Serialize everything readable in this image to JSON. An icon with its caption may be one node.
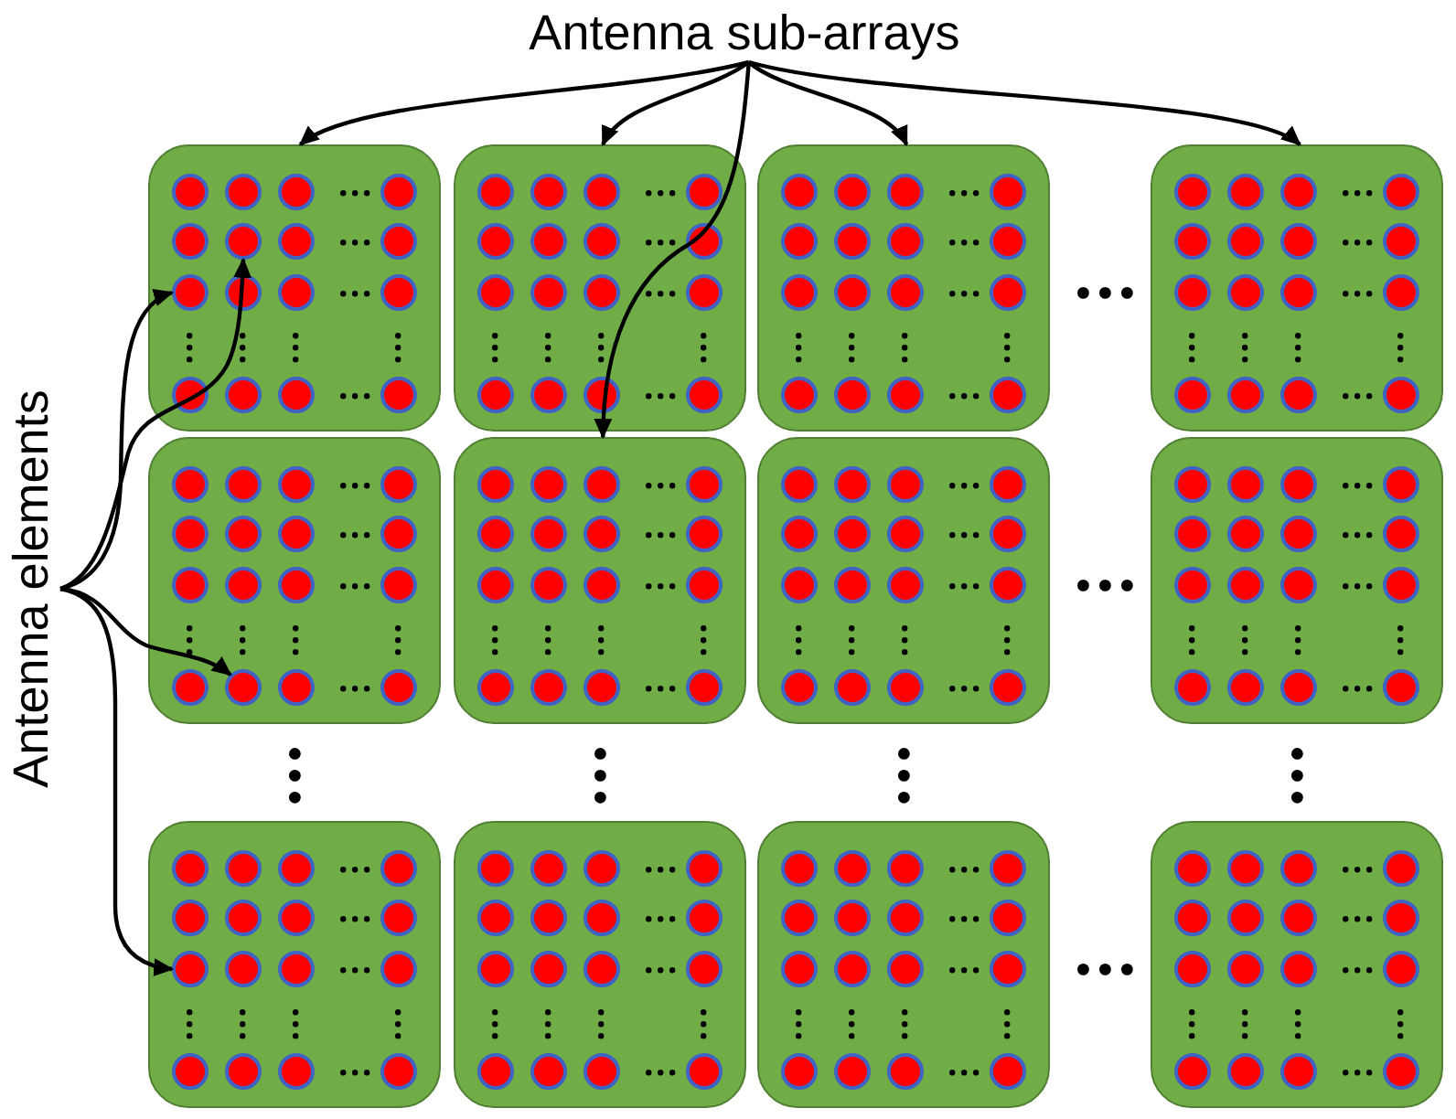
{
  "diagram": {
    "nodes": [
      {
        "text": [
          "Antenna sub-arrays"
        ]
      },
      {
        "text": [
          "Antenna elements"
        ]
      },
      {
        "text": [],
        "shape": "box"
      },
      {
        "text": [],
        "shape": "circle",
        "in": 2
      },
      {
        "text": [],
        "shape": "circle",
        "in": 2
      },
      {
        "text": [],
        "shape": "circle",
        "in": 2
      },
      {
        "text": [],
        "shape": "circle",
        "in": 2
      },
      {
        "text": [],
        "shape": "circle",
        "in": 2
      },
      {
        "text": [],
        "shape": "circle",
        "in": 2
      },
      {
        "text": [],
        "shape": "circle",
        "in": 2
      },
      {
        "text": [],
        "shape": "circle",
        "in": 2
      },
      {
        "text": [],
        "shape": "circle",
        "in": 2
      },
      {
        "text": [],
        "shape": "circle",
        "in": 2
      },
      {
        "text": [],
        "shape": "circle",
        "in": 2
      },
      {
        "text": [],
        "shape": "circle",
        "in": 2
      },
      {
        "text": [],
        "shape": "circle",
        "in": 2
      },
      {
        "text": [],
        "shape": "circle",
        "in": 2
      },
      {
        "text": [],
        "shape": "circle",
        "in": 2
      },
      {
        "text": [],
        "shape": "circle",
        "in": 2
      },
      {
        "text": [],
        "shape": "box"
      },
      {
        "text": [],
        "shape": "circle",
        "in": 19
      },
      {
        "text": [],
        "shape": "circle",
        "in": 19
      },
      {
        "text": [],
        "shape": "circle",
        "in": 19
      },
      {
        "text": [],
        "shape": "circle",
        "in": 19
      },
      {
        "text": [],
        "shape": "circle",
        "in": 19
      },
      {
        "text": [],
        "shape": "circle",
        "in": 19
      },
      {
        "text": [],
        "shape": "circle",
        "in": 19
      },
      {
        "text": [],
        "shape": "circle",
        "in": 19
      },
      {
        "text": [],
        "shape": "circle",
        "in": 19
      },
      {
        "text": [],
        "shape": "circle",
        "in": 19
      },
      {
        "text": [],
        "shape": "circle",
        "in": 19
      },
      {
        "text": [],
        "shape": "circle",
        "in": 19
      },
      {
        "text": [],
        "shape": "circle",
        "in": 19
      },
      {
        "text": [],
        "shape": "circle",
        "in": 19
      },
      {
        "text": [],
        "shape": "circle",
        "in": 19
      },
      {
        "text": [],
        "shape": "circle",
        "in": 19
      },
      {
        "text": [],
        "shape": "box"
      },
      {
        "text": [],
        "shape": "circle",
        "in": 36
      },
      {
        "text": [],
        "shape": "circle",
        "in": 36
      },
      {
        "text": [],
        "shape": "circle",
        "in": 36
      },
      {
        "text": [],
        "shape": "circle",
        "in": 36
      },
      {
        "text": [],
        "shape": "circle",
        "in": 36
      },
      {
        "text": [],
        "shape": "circle",
        "in": 36
      },
      {
        "text": [],
        "shape": "circle",
        "in": 36
      },
      {
        "text": [],
        "shape": "circle",
        "in": 36
      },
      {
        "text": [],
        "shape": "circle",
        "in": 36
      },
      {
        "text": [],
        "shape": "circle",
        "in": 36
      },
      {
        "text": [],
        "shape": "circle",
        "in": 36
      },
      {
        "text": [],
        "shape": "circle",
        "in": 36
      },
      {
        "text": [],
        "shape": "circle",
        "in": 36
      },
      {
        "text": [],
        "shape": "circle",
        "in": 36
      },
      {
        "text": [],
        "shape": "circle",
        "in": 36
      },
      {
        "text": [],
        "shape": "circle",
        "in": 36
      },
      {
        "text": [],
        "shape": "box"
      },
      {
        "text": [],
        "shape": "circle",
        "in": 53
      },
      {
        "text": [],
        "shape": "circle",
        "in": 53
      },
      {
        "text": [],
        "shape": "circle",
        "in": 53
      },
      {
        "text": [],
        "shape": "circle",
        "in": 53
      },
      {
        "text": [],
        "shape": "circle",
        "in": 53
      },
      {
        "text": [],
        "shape": "circle",
        "in": 53
      },
      {
        "text": [],
        "shape": "circle",
        "in": 53
      },
      {
        "text": [],
        "shape": "circle",
        "in": 53
      },
      {
        "text": [],
        "shape": "circle",
        "in": 53
      },
      {
        "text": [],
        "shape": "circle",
        "in": 53
      },
      {
        "text": [],
        "shape": "circle",
        "in": 53
      },
      {
        "text": [],
        "shape": "circle",
        "in": 53
      },
      {
        "text": [],
        "shape": "circle",
        "in": 53
      },
      {
        "text": [],
        "shape": "circle",
        "in": 53
      },
      {
        "text": [],
        "shape": "circle",
        "in": 53
      },
      {
        "text": [],
        "shape": "circle",
        "in": 53
      },
      {
        "text": [],
        "shape": "box"
      },
      {
        "text": [],
        "shape": "circle",
        "in": 70
      },
      {
        "text": [],
        "shape": "circle",
        "in": 70
      },
      {
        "text": [],
        "shape": "circle",
        "in": 70
      },
      {
        "text": [],
        "shape": "circle",
        "in": 70
      },
      {
        "text": [],
        "shape": "circle",
        "in": 70
      },
      {
        "text": [],
        "shape": "circle",
        "in": 70
      },
      {
        "text": [],
        "shape": "circle",
        "in": 70
      },
      {
        "text": [],
        "shape": "circle",
        "in": 70
      },
      {
        "text": [],
        "shape": "circle",
        "in": 70
      },
      {
        "text": [],
        "shape": "circle",
        "in": 70
      },
      {
        "text": [],
        "shape": "circle",
        "in": 70
      },
      {
        "text": [],
        "shape": "circle",
        "in": 70
      },
      {
        "text": [],
        "shape": "circle",
        "in": 70
      },
      {
        "text": [],
        "shape": "circle",
        "in": 70
      },
      {
        "text": [],
        "shape": "circle",
        "in": 70
      },
      {
        "text": [],
        "shape": "circle",
        "in": 70
      },
      {
        "text": [],
        "shape": "box"
      },
      {
        "text": [],
        "shape": "circle",
        "in": 87
      },
      {
        "text": [],
        "shape": "circle",
        "in": 87
      },
      {
        "text": [],
        "shape": "circle",
        "in": 87
      },
      {
        "text": [],
        "shape": "circle",
        "in": 87
      },
      {
        "text": [],
        "shape": "circle",
        "in": 87
      },
      {
        "text": [],
        "shape": "circle",
        "in": 87
      },
      {
        "text": [],
        "shape": "circle",
        "in": 87
      },
      {
        "text": [],
        "shape": "circle",
        "in": 87
      },
      {
        "text": [],
        "shape": "circle",
        "in": 87
      },
      {
        "text": [],
        "shape": "circle",
        "in": 87
      },
      {
        "text": [],
        "shape": "circle",
        "in": 87
      },
      {
        "text": [],
        "shape": "circle",
        "in": 87
      },
      {
        "text": [],
        "shape": "circle",
        "in": 87
      },
      {
        "text": [],
        "shape": "circle",
        "in": 87
      },
      {
        "text": [],
        "shape": "circle",
        "in": 87
      },
      {
        "text": [],
        "shape": "circle",
        "in": 87
      },
      {
        "text": [],
        "shape": "box"
      },
      {
        "text": [],
        "shape": "circle",
        "in": 104
      },
      {
        "text": [],
        "shape": "circle",
        "in": 104
      },
      {
        "text": [],
        "shape": "circle",
        "in": 104
      },
      {
        "text": [],
        "shape": "circle",
        "in": 104
      },
      {
        "text": [],
        "shape": "circle",
        "in": 104
      },
      {
        "text": [],
        "shape": "circle",
        "in": 104
      },
      {
        "text": [],
        "shape": "circle",
        "in": 104
      },
      {
        "text": [],
        "shape": "circle",
        "in": 104
      },
      {
        "text": [],
        "shape": "circle",
        "in": 104
      },
      {
        "text": [],
        "shape": "circle",
        "in": 104
      },
      {
        "text": [],
        "shape": "circle",
        "in": 104
      },
      {
        "text": [],
        "shape": "circle",
        "in": 104
      },
      {
        "text": [],
        "shape": "circle",
        "in": 104
      },
      {
        "text": [],
        "shape": "circle",
        "in": 104
      },
      {
        "text": [],
        "shape": "circle",
        "in": 104
      },
      {
        "text": [],
        "shape": "circle",
        "in": 104
      },
      {
        "text": [],
        "shape": "box"
      },
      {
        "text": [],
        "shape": "circle",
        "in": 121
      },
      {
        "text": [],
        "shape": "circle",
        "in": 121
      },
      {
        "text": [],
        "shape": "circle",
        "in": 121
      },
      {
        "text": [],
        "shape": "circle",
        "in": 121
      },
      {
        "text": [],
        "shape": "circle",
        "in": 121
      },
      {
        "text": [],
        "shape": "circle",
        "in": 121
      },
      {
        "text": [],
        "shape": "circle",
        "in": 121
      },
      {
        "text": [],
        "shape": "circle",
        "in": 121
      },
      {
        "text": [],
        "shape": "circle",
        "in": 121
      },
      {
        "text": [],
        "shape": "circle",
        "in": 121
      },
      {
        "text": [],
        "shape": "circle",
        "in": 121
      },
      {
        "text": [],
        "shape": "circle",
        "in": 121
      },
      {
        "text": [],
        "shape": "circle",
        "in": 121
      },
      {
        "text": [],
        "shape": "circle",
        "in": 121
      },
      {
        "text": [],
        "shape": "circle",
        "in": 121
      },
      {
        "text": [],
        "shape": "circle",
        "in": 121
      },
      {
        "text": [],
        "shape": "box"
      },
      {
        "text": [],
        "shape": "circle",
        "in": 138
      },
      {
        "text": [],
        "shape": "circle",
        "in": 138
      },
      {
        "text": [],
        "shape": "circle",
        "in": 138
      },
      {
        "text": [],
        "shape": "circle",
        "in": 138
      },
      {
        "text": [],
        "shape": "circle",
        "in": 138
      },
      {
        "text": [],
        "shape": "circle",
        "in": 138
      },
      {
        "text": [],
        "shape": "circle",
        "in": 138
      },
      {
        "text": [],
        "shape": "circle",
        "in": 138
      },
      {
        "text": [],
        "shape": "circle",
        "in": 138
      },
      {
        "text": [],
        "shape": "circle",
        "in": 138
      },
      {
        "text": [],
        "shape": "circle",
        "in": 138
      },
      {
        "text": [],
        "shape": "circle",
        "in": 138
      },
      {
        "text": [],
        "shape": "circle",
        "in": 138
      },
      {
        "text": [],
        "shape": "circle",
        "in": 138
      },
      {
        "text": [],
        "shape": "circle",
        "in": 138
      },
      {
        "text": [],
        "shape": "circle",
        "in": 138
      },
      {
        "text": [],
        "shape": "box"
      },
      {
        "text": [],
        "shape": "circle",
        "in": 155
      },
      {
        "text": [],
        "shape": "circle",
        "in": 155
      },
      {
        "text": [],
        "shape": "circle",
        "in": 155
      },
      {
        "text": [],
        "shape": "circle",
        "in": 155
      },
      {
        "text": [],
        "shape": "circle",
        "in": 155
      },
      {
        "text": [],
        "shape": "circle",
        "in": 155
      },
      {
        "text": [],
        "shape": "circle",
        "in": 155
      },
      {
        "text": [],
        "shape": "circle",
        "in": 155
      },
      {
        "text": [],
        "shape": "circle",
        "in": 155
      },
      {
        "text": [],
        "shape": "circle",
        "in": 155
      },
      {
        "text": [],
        "shape": "circle",
        "in": 155
      },
      {
        "text": [],
        "shape": "circle",
        "in": 155
      },
      {
        "text": [],
        "shape": "circle",
        "in": 155
      },
      {
        "text": [],
        "shape": "circle",
        "in": 155
      },
      {
        "text": [],
        "shape": "circle",
        "in": 155
      },
      {
        "text": [],
        "shape": "circle",
        "in": 155
      },
      {
        "text": [],
        "shape": "box"
      },
      {
        "text": [],
        "shape": "circle",
        "in": 172
      },
      {
        "text": [],
        "shape": "circle",
        "in": 172
      },
      {
        "text": [],
        "shape": "circle",
        "in": 172
      },
      {
        "text": [],
        "shape": "circle",
        "in": 172
      },
      {
        "text": [],
        "shape": "circle",
        "in": 172
      },
      {
        "text": [],
        "shape": "circle",
        "in": 172
      },
      {
        "text": [],
        "shape": "circle",
        "in": 172
      },
      {
        "text": [],
        "shape": "circle",
        "in": 172
      },
      {
        "text": [],
        "shape": "circle",
        "in": 172
      },
      {
        "text": [],
        "shape": "circle",
        "in": 172
      },
      {
        "text": [],
        "shape": "circle",
        "in": 172
      },
      {
        "text": [],
        "shape": "circle",
        "in": 172
      },
      {
        "text": [],
        "shape": "circle",
        "in": 172
      },
      {
        "text": [],
        "shape": "circle",
        "in": 172
      },
      {
        "text": [],
        "shape": "circle",
        "in": 172
      },
      {
        "text": [],
        "shape": "circle",
        "in": 172
      },
      {
        "text": [],
        "shape": "box"
      },
      {
        "text": [],
        "shape": "circle",
        "in": 189
      },
      {
        "text": [],
        "shape": "circle",
        "in": 189
      },
      {
        "text": [],
        "shape": "circle",
        "in": 189
      },
      {
        "text": [],
        "shape": "circle",
        "in": 189
      },
      {
        "text": [],
        "shape": "circle",
        "in": 189
      },
      {
        "text": [],
        "shape": "circle",
        "in": 189
      },
      {
        "text": [],
        "shape": "circle",
        "in": 189
      },
      {
        "text": [],
        "shape": "circle",
        "in": 189
      },
      {
        "text": [],
        "shape": "circle",
        "in": 189
      },
      {
        "text": [],
        "shape": "circle",
        "in": 189
      },
      {
        "text": [],
        "shape": "circle",
        "in": 189
      },
      {
        "text": [],
        "shape": "circle",
        "in": 189
      },
      {
        "text": [],
        "shape": "circle",
        "in": 189
      },
      {
        "text": [],
        "shape": "circle",
        "in": 189
      },
      {
        "text": [],
        "shape": "circle",
        "in": 189
      },
      {
        "text": [],
        "shape": "circle",
        "in": 189
      }
    ],
    "edges": [
      {
        "from": 0,
        "to": 2,
        "arrow": "to"
      },
      {
        "from": 0,
        "to": 19,
        "arrow": "to"
      },
      {
        "from": 0,
        "to": 36,
        "arrow": "to"
      },
      {
        "from": 0,
        "to": 53,
        "arrow": "to"
      },
      {
        "from": 0,
        "to": 87,
        "arrow": "to"
      },
      {
        "from": 1,
        "to": 8,
        "arrow": "to"
      },
      {
        "from": 1,
        "to": 11,
        "arrow": "to"
      },
      {
        "from": 1,
        "to": 84,
        "arrow": "to"
      },
      {
        "from": 1,
        "to": 147,
        "arrow": "to"
      }
    ]
  }
}
